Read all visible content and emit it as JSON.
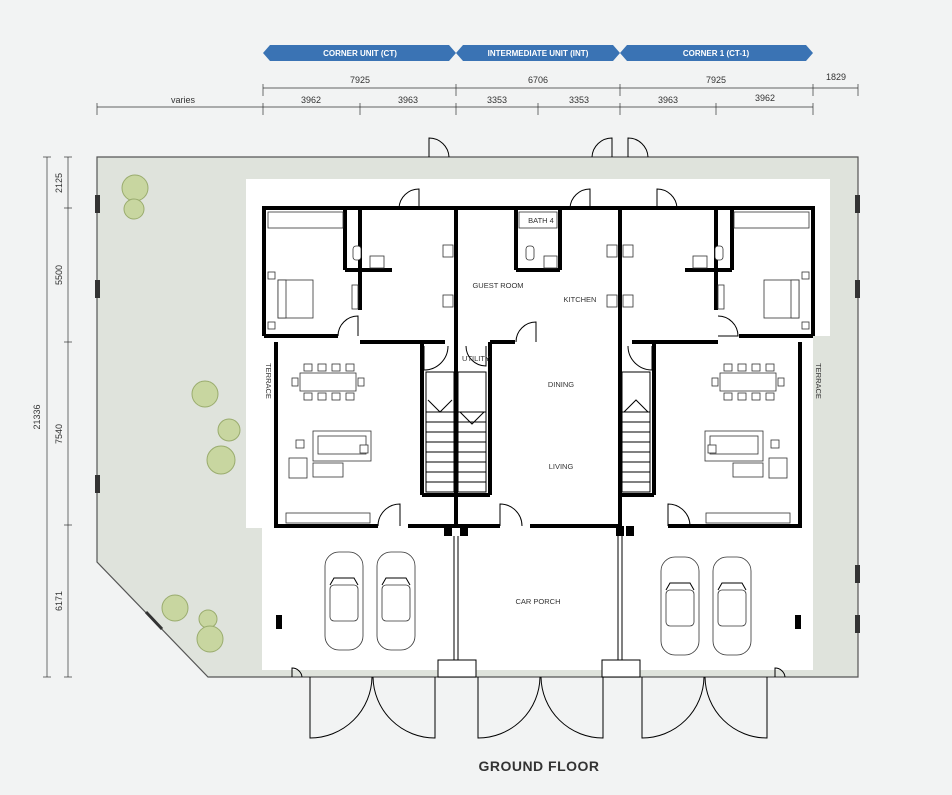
{
  "units": {
    "corner": "CORNER UNIT (CT)",
    "intermediate": "INTERMEDIATE UNIT (INT)",
    "corner1": "CORNER 1 (CT-1)"
  },
  "dimensions": {
    "top": [
      "7925",
      "6706",
      "7925",
      "1829"
    ],
    "sub": [
      "varies",
      "3962",
      "3963",
      "3353",
      "3353",
      "3963",
      "3962"
    ],
    "left": [
      "2125",
      "5500",
      "7540",
      "6171"
    ],
    "total": "21336"
  },
  "rooms": {
    "guest_room": "GUEST ROOM",
    "kitchen": "KITCHEN",
    "bath4": "BATH 4",
    "utility": "UTILITY",
    "dining": "DINING",
    "living": "LIVING",
    "terrace": "TERRACE",
    "car_porch": "CAR PORCH"
  },
  "title": "GROUND FLOOR",
  "colors": {
    "banner": "#3a73b4",
    "garden": "#dfe3dc",
    "tree": "#c8d6a0",
    "background": "#f2f3f3"
  }
}
